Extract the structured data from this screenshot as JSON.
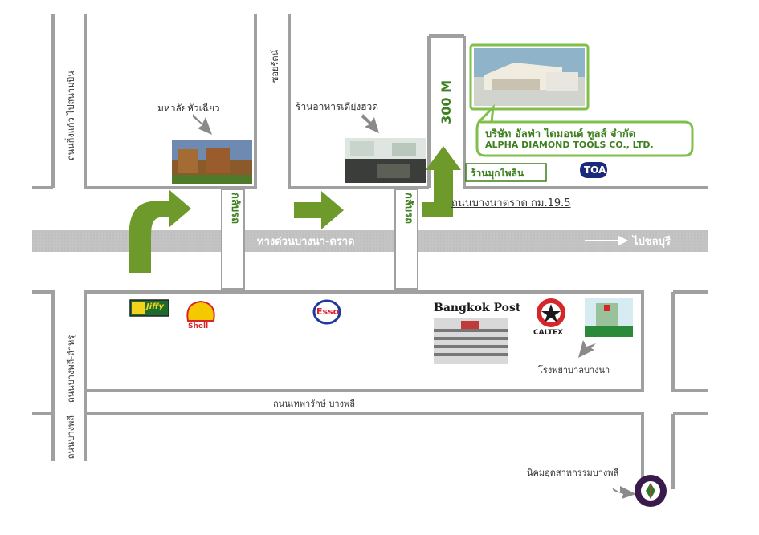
{
  "roads": {
    "expressway": "ทางด่วนบางนา-ตราด",
    "bangna_trat": "ถนนบางนาตราด กม.19.5",
    "thepharak": "ถนนเทพารักษ์ บางพลี",
    "kingkaew": "ถนนกิ่งแก้ว ไปสนามบิน",
    "bangphli_samut": "ถนนบางพลี-ลำหรุ",
    "bangna_left": "ถนนบางพลี",
    "soi": "ซอยรัตน์",
    "u_turn_left": "กลับรถ",
    "u_turn_right": "กลับรถ"
  },
  "direction": {
    "chonburi": "ไปชลบุรี"
  },
  "distance": "300 M",
  "places": {
    "university": "มหาลัยหัวเฉียว",
    "restaurant": "ร้านอาหารเดียฺ่งฮวด",
    "pearl_shop": "ร้านมุกไพลิน",
    "hospital": "โรงพยาบาลบางนา",
    "industrial_estate": "นิคมอุตสาหกรรมบางพลี"
  },
  "company": {
    "name_th": "บริษัท อัลฟ่า ไดมอนด์ ทูลส์ จำกัด",
    "name_en": "ALPHA DIAMOND TOOLS CO., LTD."
  },
  "logos": {
    "toa": "TOA",
    "shell": "Shell",
    "esso": "Esso",
    "caltex": "CALTEX",
    "bangkok_post": "Bangkok Post",
    "jiffy": "Jiffy"
  },
  "colors": {
    "road_gray": "#c8c8c8",
    "line_gray": "#a0a0a0",
    "arrow_green": "#6e9a2c",
    "label_green": "#3e7f1f",
    "callout_border": "#7fbf4a"
  }
}
